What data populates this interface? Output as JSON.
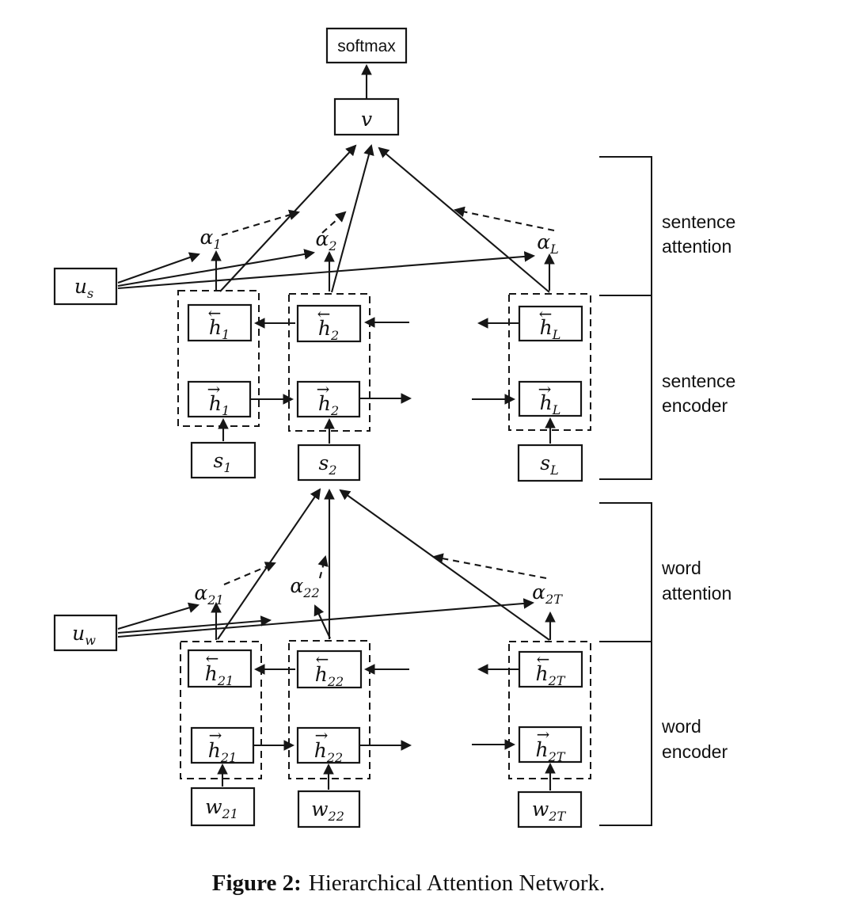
{
  "figure_caption": {
    "bold": "Figure 2:",
    "text": "Hierarchical Attention Network."
  },
  "output_layer": {
    "softmax": "softmax",
    "doc_vector": "v"
  },
  "context_vectors": {
    "sentence": {
      "base": "u",
      "sub": "s"
    },
    "word": {
      "base": "u",
      "sub": "w"
    }
  },
  "sentence_attention": {
    "label_line1": "sentence",
    "label_line2": "attention",
    "alphas": [
      {
        "base": "α",
        "sub": "1"
      },
      {
        "base": "α",
        "sub": "2"
      },
      {
        "base": "α",
        "sub": "L"
      }
    ]
  },
  "sentence_encoder": {
    "label_line1": "sentence",
    "label_line2": "encoder",
    "backward": [
      {
        "arrow": "←",
        "base": "h",
        "sub": "1"
      },
      {
        "arrow": "←",
        "base": "h",
        "sub": "2"
      },
      {
        "arrow": "←",
        "base": "h",
        "sub": "L"
      }
    ],
    "forward": [
      {
        "arrow": "→",
        "base": "h",
        "sub": "1"
      },
      {
        "arrow": "→",
        "base": "h",
        "sub": "2"
      },
      {
        "arrow": "→",
        "base": "h",
        "sub": "L"
      }
    ],
    "inputs": [
      {
        "base": "s",
        "sub": "1"
      },
      {
        "base": "s",
        "sub": "2"
      },
      {
        "base": "s",
        "sub": "L"
      }
    ]
  },
  "word_attention": {
    "label_line1": "word",
    "label_line2": "attention",
    "alphas": [
      {
        "base": "α",
        "sub": "21"
      },
      {
        "base": "α",
        "sub": "22"
      },
      {
        "base": "α",
        "sub": "2T"
      }
    ]
  },
  "word_encoder": {
    "label_line1": "word",
    "label_line2": "encoder",
    "backward": [
      {
        "arrow": "←",
        "base": "h",
        "sub": "21"
      },
      {
        "arrow": "←",
        "base": "h",
        "sub": "22"
      },
      {
        "arrow": "←",
        "base": "h",
        "sub": "2T"
      }
    ],
    "forward": [
      {
        "arrow": "→",
        "base": "h",
        "sub": "21"
      },
      {
        "arrow": "→",
        "base": "h",
        "sub": "22"
      },
      {
        "arrow": "→",
        "base": "h",
        "sub": "2T"
      }
    ],
    "inputs": [
      {
        "base": "w",
        "sub": "21"
      },
      {
        "base": "w",
        "sub": "22"
      },
      {
        "base": "w",
        "sub": "2T"
      }
    ]
  }
}
